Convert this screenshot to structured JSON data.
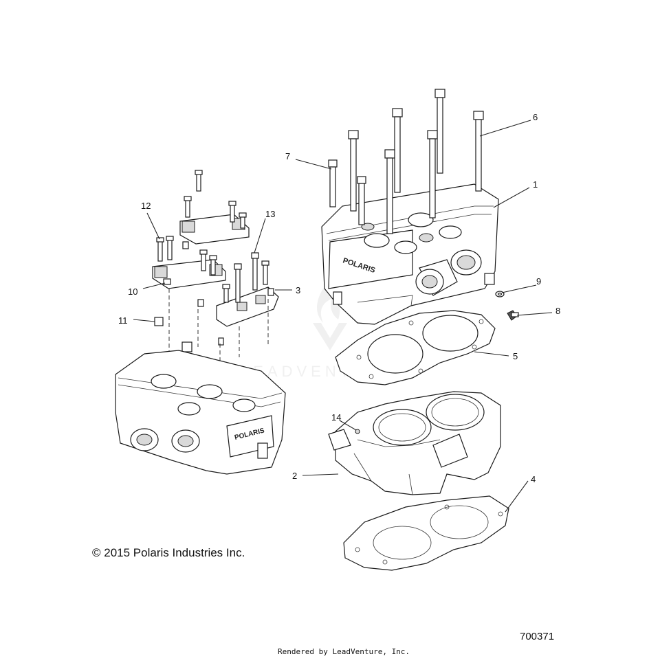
{
  "callouts": [
    {
      "label": "1"
    },
    {
      "label": "2"
    },
    {
      "label": "3"
    },
    {
      "label": "4"
    },
    {
      "label": "5"
    },
    {
      "label": "6"
    },
    {
      "label": "7"
    },
    {
      "label": "8"
    },
    {
      "label": "9"
    },
    {
      "label": "10"
    },
    {
      "label": "11"
    },
    {
      "label": "12"
    },
    {
      "label": "13"
    },
    {
      "label": "14"
    }
  ],
  "engraving": {
    "head_logo": "POLARIS",
    "lower_head_logo": "POLARIS"
  },
  "watermark": {
    "text": "LEADVENTURE"
  },
  "footer": {
    "copyright": "© 2015 Polaris Industries Inc.",
    "diagram_number": "700371",
    "rendered_by": "Rendered by LeadVenture, Inc."
  }
}
